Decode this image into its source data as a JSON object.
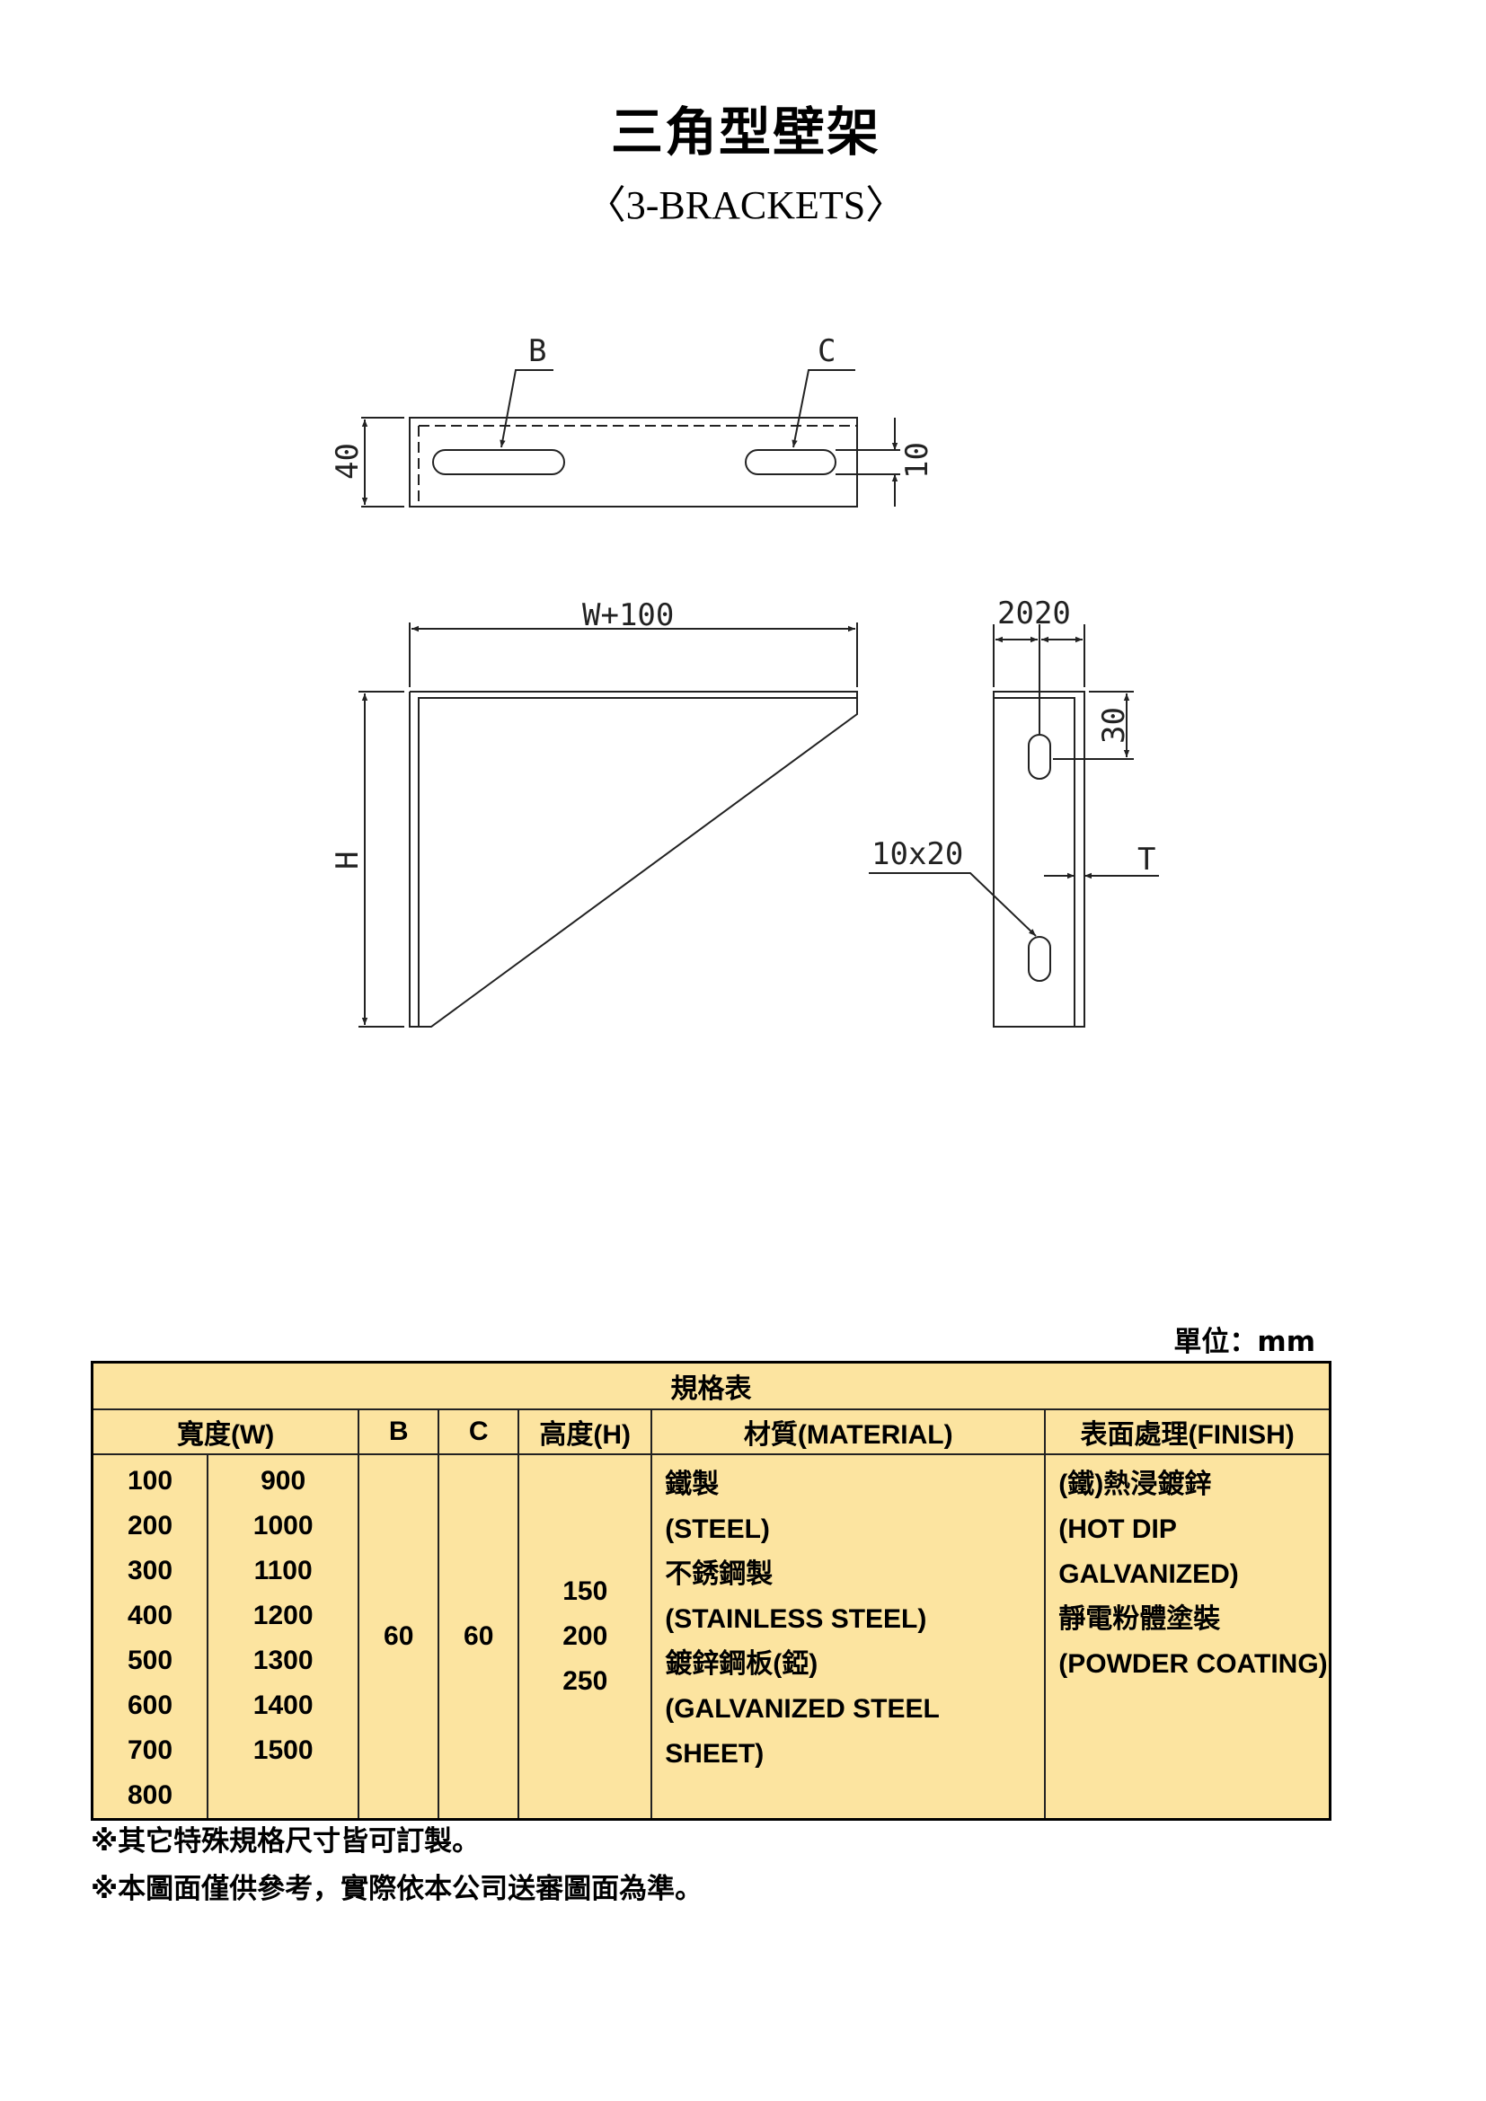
{
  "title": "三角型壁架",
  "subtitle": "〈3-BRACKETS〉",
  "drawing": {
    "labels": {
      "slot_b": "B",
      "slot_c": "C",
      "flange_height": "40",
      "slot_width": "10",
      "length": "W+100",
      "height": "H",
      "edge_offsets": "2020",
      "slot_offset": "30",
      "slot_size": "10x20",
      "thickness": "T"
    }
  },
  "unit": "單位：mm",
  "spec_table": {
    "title": "規格表",
    "headers": {
      "width": "寬度(W)",
      "b": "B",
      "c": "C",
      "height": "高度(H)",
      "material": "材質(MATERIAL)",
      "finish": "表面處理(FINISH)"
    },
    "width_col1": [
      "100",
      "200",
      "300",
      "400",
      "500",
      "600",
      "700",
      "800"
    ],
    "width_col2": [
      "900",
      "1000",
      "1100",
      "1200",
      "1300",
      "1400",
      "1500"
    ],
    "b_value": "60",
    "c_value": "60",
    "heights": [
      "150",
      "200",
      "250"
    ],
    "materials": [
      "鐵製",
      "(STEEL)",
      "不銹鋼製",
      "(STAINLESS STEEL)",
      "鍍鋅鋼板(錏)",
      "(GALVANIZED STEEL SHEET)"
    ],
    "finishes": [
      "(鐵)熱浸鍍鋅",
      "(HOT DIP",
      "GALVANIZED)",
      "靜電粉體塗裝",
      "(POWDER COATING)"
    ]
  },
  "notes": [
    "※其它特殊規格尺寸皆可訂製。",
    "※本圖面僅供參考，實際依本公司送審圖面為準。"
  ],
  "colors": {
    "table_fill": "#fce4a0",
    "line": "#222222"
  }
}
